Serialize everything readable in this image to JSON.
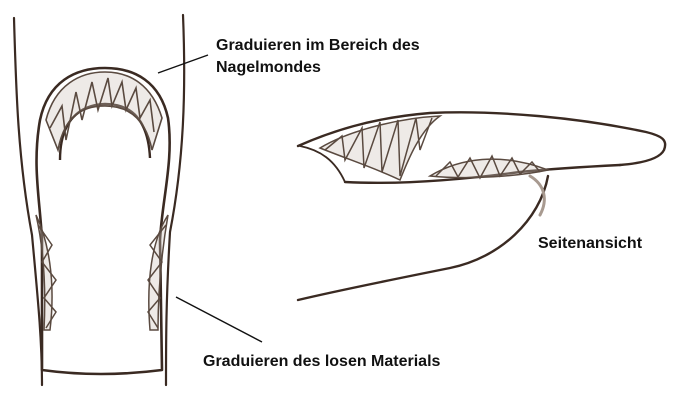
{
  "labels": {
    "cuticle_line_1": "Graduieren im Bereich des",
    "cuticle_line_2": "Nagelmondes",
    "side_view": "Seitenansicht",
    "loose_material": "Graduieren des losen Materials"
  },
  "colors": {
    "ink": "#3a2a22",
    "hatch": "#5a4a40",
    "shade": "#a89a90",
    "text": "#111111"
  }
}
